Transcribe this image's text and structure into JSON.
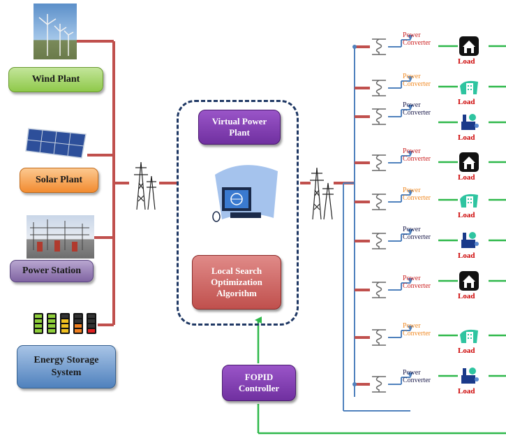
{
  "sources": {
    "wind_label": "Wind Plant",
    "solar_label": "Solar Plant",
    "power_station_label": "Power Station",
    "storage_label": "Energy Storage System"
  },
  "vpp": {
    "title": "Virtual Power Plant",
    "algorithm": "Local Search Optimization Algorithm"
  },
  "controller": {
    "label": "FOPID Controller"
  },
  "converters": [
    {
      "label_a": "Power",
      "label_b": "Converter",
      "color": "#cc2222"
    },
    {
      "label_a": "Power",
      "label_b": "Converter",
      "color": "#f08a24"
    },
    {
      "label_a": "Power",
      "label_b": "Converter",
      "color": "#1a1a4a"
    },
    {
      "label_a": "Power",
      "label_b": "Converter",
      "color": "#cc2222"
    },
    {
      "label_a": "Power",
      "label_b": "Converter",
      "color": "#f08a24"
    },
    {
      "label_a": "Power",
      "label_b": "Converter",
      "color": "#1a1a4a"
    },
    {
      "label_a": "Power",
      "label_b": "Converter",
      "color": "#cc2222"
    },
    {
      "label_a": "Power",
      "label_b": "Converter",
      "color": "#f08a24"
    },
    {
      "label_a": "Power",
      "label_b": "Converter",
      "color": "#1a1a4a"
    }
  ],
  "loads": [
    {
      "label": "Load",
      "icon": "house-icon"
    },
    {
      "label": "Load",
      "icon": "office-building-icon"
    },
    {
      "label": "Load",
      "icon": "factory-icon"
    },
    {
      "label": "Load",
      "icon": "house-icon"
    },
    {
      "label": "Load",
      "icon": "office-building-icon"
    },
    {
      "label": "Load",
      "icon": "factory-icon"
    },
    {
      "label": "Load",
      "icon": "house-icon"
    },
    {
      "label": "Load",
      "icon": "office-building-icon"
    },
    {
      "label": "Load",
      "icon": "factory-icon"
    }
  ],
  "colors": {
    "power_line": "#c0504d",
    "bus_line": "#4f81bd",
    "control_line": "#2eb84a",
    "vpp_border": "#1f3864",
    "wind_button": "#8fc94a",
    "solar_button": "#f6a04a",
    "station_button": "#8064a2",
    "storage_button": "#4f81bd",
    "purple_box": "#7030a0",
    "algorithm_box": "#c0504d"
  }
}
